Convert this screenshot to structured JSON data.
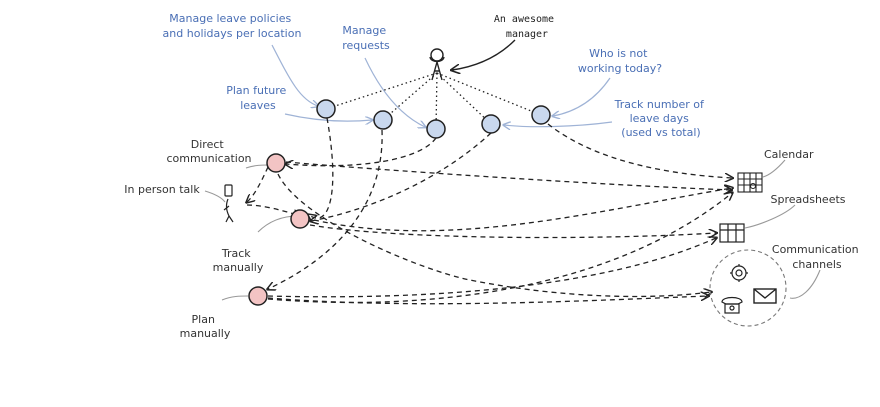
{
  "labels": {
    "manager": [
      "An awesome",
      "manager"
    ],
    "manage_policies": [
      "Manage leave policies",
      "and holidays per location"
    ],
    "manage_requests": [
      "Manage",
      "requests"
    ],
    "plan_future": [
      "Plan future",
      "leaves"
    ],
    "who_not_working": [
      "Who is not",
      "working today?"
    ],
    "track_days": [
      "Track number of",
      "leave days",
      "(used vs total)"
    ],
    "direct_comm": [
      "Direct",
      "communication"
    ],
    "in_person": [
      "In person talk"
    ],
    "track_manually": [
      "Track",
      "manually"
    ],
    "plan_manually": [
      "Plan",
      "manually"
    ],
    "calendar": [
      "Calendar"
    ],
    "spreadsheets": [
      "Spreadsheets"
    ],
    "comm_channels": [
      "Communication",
      "channels"
    ]
  },
  "colors": {
    "blue_node": "#c9d8ee",
    "red_node": "#f3c4c4",
    "blue_text": "#4a6fb5",
    "line": "#222222",
    "arrow_blue": "#9fb3d6"
  },
  "icons": [
    "person-icon",
    "phone-person-icon",
    "calendar-icon",
    "spreadsheet-icon",
    "settings-icon",
    "telephone-icon",
    "envelope-icon"
  ]
}
